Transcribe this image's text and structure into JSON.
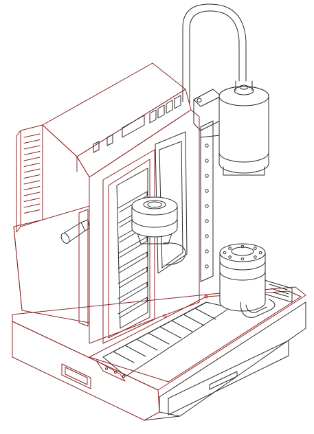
{
  "colors": {
    "background": "#ffffff",
    "line_dark": "#2a2a2a",
    "line_red": "#8e2424"
  },
  "counts": {
    "vent_slots": 14,
    "front_buttons": 4,
    "column_holes": 9,
    "tray_slots": 8,
    "magazine_slats": 8
  }
}
